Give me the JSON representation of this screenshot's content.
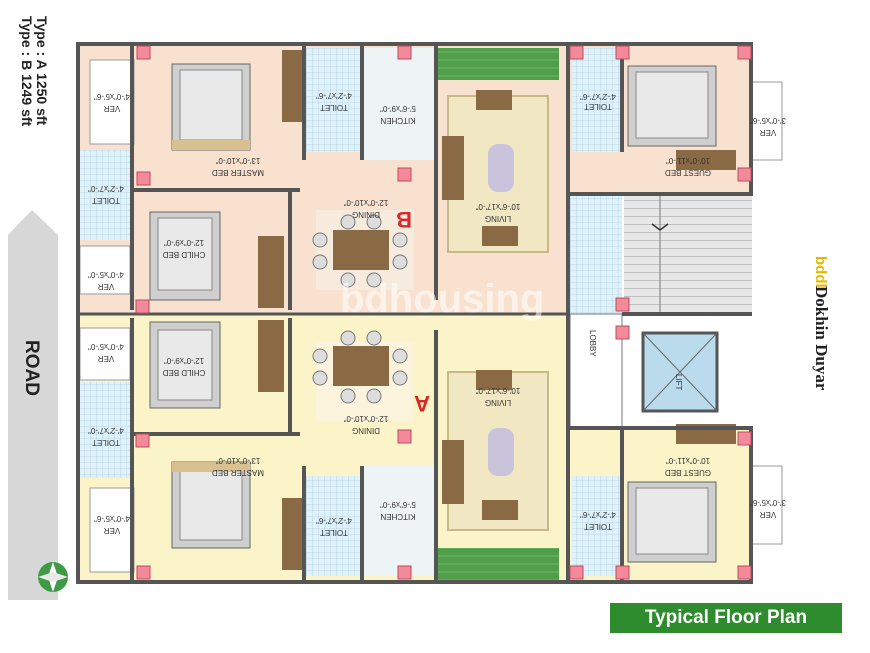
{
  "type_labels": [
    "Type : A 1250 sft",
    "Type : B 1249 sft"
  ],
  "road_label": "ROAD",
  "brand": {
    "logo_text": "bddl",
    "project_name": "Dokhin Duyar"
  },
  "watermark": "bdhousing",
  "banner": "Typical Floor Plan",
  "unit_letters": {
    "unit_b": "B",
    "unit_a": "A"
  },
  "lobby": "LOBBY",
  "lift": "LIFT",
  "unit_b": {
    "master_bed": [
      "MASTER BED",
      "13'-0\"x10'-0\""
    ],
    "toilet_1": [
      "TOILET",
      "4'-2\"x7'-6\""
    ],
    "kitchen": [
      "KITCHEN",
      "5'-6\"x9'-0\""
    ],
    "living": [
      "LIVING",
      "10'-6\"x17'-0\""
    ],
    "toilet_2": [
      "TOILET",
      "4'-2\"x7'-6\""
    ],
    "guest_bed": [
      "GUEST BED",
      "10'-0\"x11'-0\""
    ],
    "ver_right": [
      "VER",
      "3'-0\"x5'-6\""
    ],
    "ver_top_left": [
      "VER",
      "4'-0\"x5'-6\""
    ],
    "toilet_left": [
      "TOILET",
      "4'-2\"x7'-0\""
    ],
    "dining": [
      "DINING",
      "12'-0\"x10'-0\""
    ],
    "child_bed": [
      "CHILD BED",
      "12'-0\"x9'-0\""
    ],
    "ver_left": [
      "VER",
      "4'-0\"x5'-0\""
    ]
  },
  "unit_a": {
    "ver_left": [
      "VER",
      "4'-0\"x5'-0\""
    ],
    "child_bed": [
      "CHILD BED",
      "12'-0\"x9'-0\""
    ],
    "dining": [
      "DINING",
      "12'-0\"x10'-0\""
    ],
    "living": [
      "LIVING",
      "10'-6\"x17'-0\""
    ],
    "guest_bed": [
      "GUEST BED",
      "10'-0\"x11'-0\""
    ],
    "toilet_left": [
      "TOILET",
      "4'-2\"x7'-0\""
    ],
    "master_bed": [
      "MASTER BED",
      "13'-0\"x10'-0\""
    ],
    "kitchen": [
      "KITCHEN",
      "5'-6\"x9'-0\""
    ],
    "toilet_1": [
      "TOILET",
      "4'-2\"x7'-6\""
    ],
    "ver_bottom_left": [
      "VER",
      "4'-0\"x5'-6\""
    ],
    "toilet_2": [
      "TOILET",
      "4'-2\"x7'-6\""
    ],
    "ver_right": [
      "VER",
      "3'-0\"x5'-6\""
    ]
  },
  "colors": {
    "unit_b_floor": "#f8e2cf",
    "unit_a_floor": "#fbf4c8",
    "wall": "#555555",
    "column": "#f28a9a",
    "tile": "#d8eef8",
    "rug": "#f1e7c3",
    "wardrobe": "#8a6a45",
    "banner": "#2e8b2e"
  }
}
